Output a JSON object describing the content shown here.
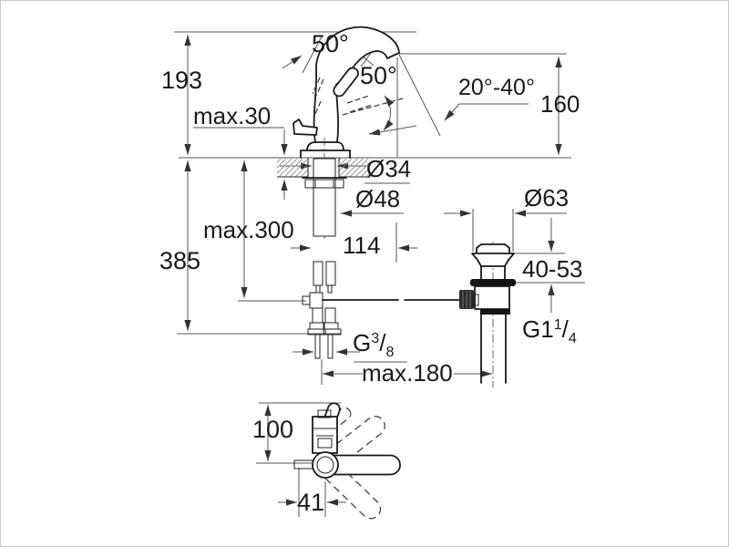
{
  "diagram": {
    "kind": "technical-dimension-drawing",
    "subject": "single-lever basin mixer with pop-up waste, side view and plan view",
    "colors": {
      "background": "#ffffff",
      "border": "#c9c9c9",
      "object_line": "#1a1a1a",
      "dimension_line": "#555555",
      "text": "#1a1a1a",
      "gasket_fill": "#141414"
    }
  },
  "dims": {
    "overall_height": "193",
    "max_counter_thickness": "max.30",
    "lever_angle": "50°",
    "spout_angle": "50°",
    "spray_angle_range": "20°-40°",
    "spout_outlet_height": "160",
    "shank_dia": "Ø34",
    "base_dia": "Ø48",
    "max_installation_depth": "max.300",
    "total_height_below": "385",
    "spout_projection": "114",
    "waste_flange_dia": "Ø63",
    "clamping_range": "40-53",
    "supply_thread": {
      "prefix": "G",
      "numerator": "3",
      "slash": "/",
      "denominator": "8"
    },
    "waste_thread": {
      "prefix": "G1",
      "numerator": "1",
      "slash": "/",
      "denominator": "4"
    },
    "max_reach": "max.180",
    "plan_depth": "100",
    "plan_offset": "41"
  }
}
